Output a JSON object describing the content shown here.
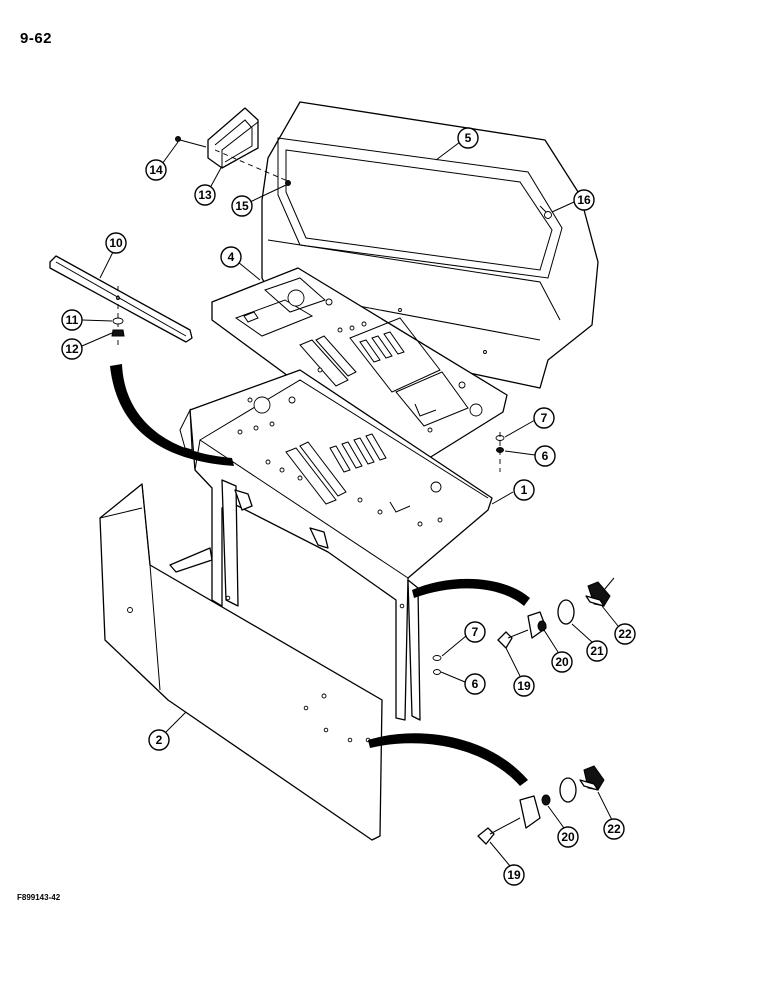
{
  "page_number": "9-62",
  "figure_code": "F899143-42",
  "callouts": [
    "1",
    "2",
    "4",
    "5",
    "6",
    "7",
    "10",
    "11",
    "12",
    "13",
    "14",
    "15",
    "16",
    "19",
    "20",
    "21",
    "22"
  ]
}
